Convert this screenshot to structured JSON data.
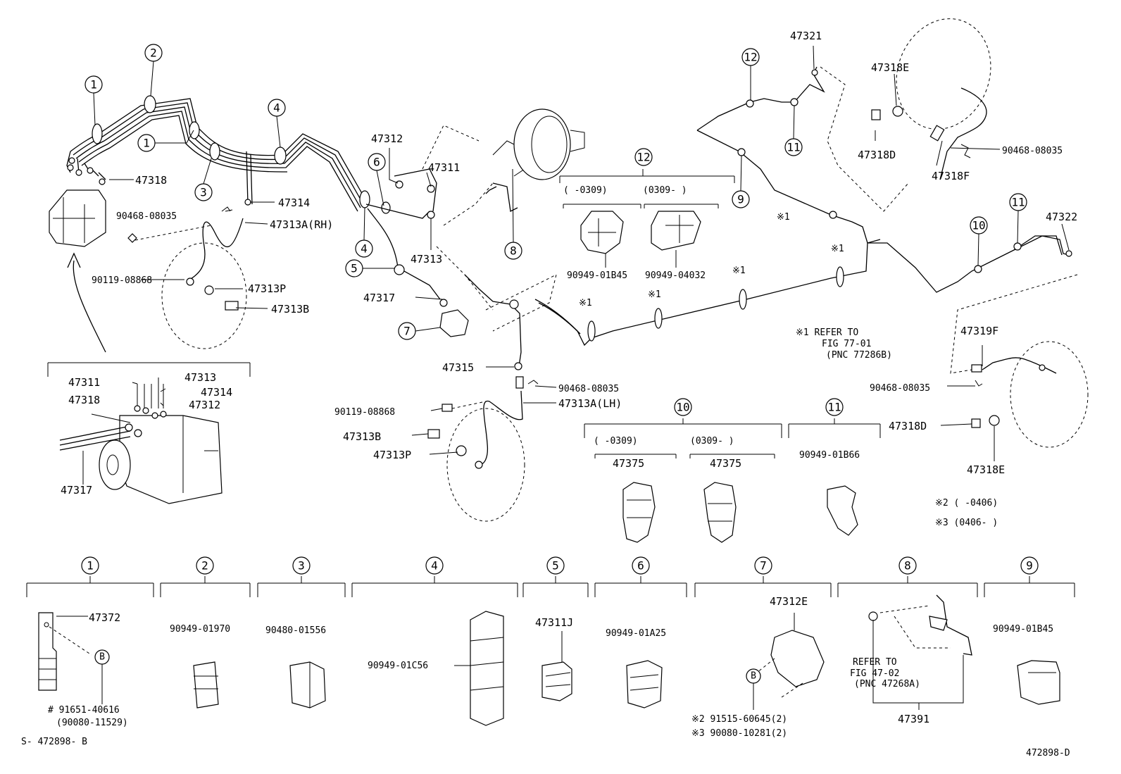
{
  "callouts": {
    "c1": "1",
    "c2": "2",
    "c3": "3",
    "c4": "4",
    "c5": "5",
    "c6": "6",
    "c7": "7",
    "c8": "8",
    "c9": "9",
    "c10": "10",
    "c11": "11",
    "c12": "12",
    "b": "B"
  },
  "labels": {
    "p47318_top": "47318",
    "p47314": "47314",
    "p90468_a": "90468-08035",
    "p47313A_RH": "47313A(RH)",
    "p90119_a": "90119-08868",
    "p47313P_a": "47313P",
    "p47313B_a": "47313B",
    "p47312": "47312",
    "p47311": "47311",
    "p47313": "47313",
    "p47317": "47317",
    "p47315": "47315",
    "p90468_b": "90468-08035",
    "p90119_b": "90119-08868",
    "p47313A_LH": "47313A(LH)",
    "p47313B_b": "47313B",
    "p47313P_b": "47313P",
    "p47321": "47321",
    "p47318E_a": "47318E",
    "p47318D_a": "47318D",
    "p90468_c": "90468-08035",
    "p47318F": "47318F",
    "p47322": "47322",
    "p47319F": "47319F",
    "p90468_d": "90468-08035",
    "p47318D_b": "47318D",
    "p47318E_b": "47318E",
    "g12_range1": "(    -0309)",
    "g12_range2": "(0309-      )",
    "p90949_01B45_top": "90949-01B45",
    "p90949_04032": "90949-04032",
    "star1": "※1",
    "refer_note_1": "※1 REFER TO",
    "refer_note_2": "FIG 77-01",
    "refer_note_3": "(PNC 77286B)",
    "g10_range1": "(      -0309)",
    "g10_range2": "(0309-       )",
    "p47375_a": "47375",
    "p47375_b": "47375",
    "p90949_01B66": "90949-01B66",
    "note2": "※2 (      -0406)",
    "note3": "※3 (0406-      )",
    "ins_47311": "47311",
    "ins_47313": "47313",
    "ins_47314": "47314",
    "ins_47318": "47318",
    "ins_47312": "47312",
    "ins_47317": "47317",
    "b_47372": "47372",
    "b_91651": "# 91651-40616",
    "b_90080": "(90080-11529)",
    "b_90949_01970": "90949-01970",
    "b_90480": "90480-01556",
    "b_90949_01C56": "90949-01C56",
    "b_47311J": "47311J",
    "b_90949_01A25": "90949-01A25",
    "b_47312E": "47312E",
    "b_91515": "※2 91515-60645(2)",
    "b_90080_10281": "※3 90080-10281(2)",
    "b_refer1": "REFER TO",
    "b_refer2": "FIG 47-02",
    "b_refer3": "(PNC 47268A)",
    "b_47391": "47391",
    "b_90949_01B45": "90949-01B45",
    "code_left": "S- 472898- B",
    "code_right": "472898-D"
  }
}
